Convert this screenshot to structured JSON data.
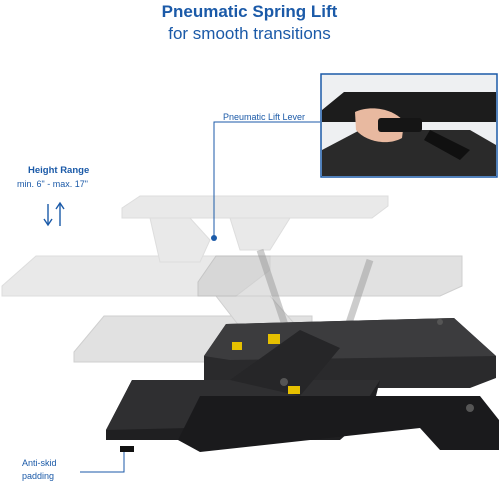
{
  "header": {
    "title": "Pneumatic Spring Lift",
    "subtitle": "for smooth transitions"
  },
  "callouts": {
    "lift_lever": "Pneumatic Lift Lever",
    "height_range_title": "Height Range",
    "height_range_value": "min. 6\" - max. 17\"",
    "anti_skid_line1": "Anti-skid",
    "anti_skid_line2": "padding"
  },
  "colors": {
    "brand": "#1b5aa8",
    "desk_dark": "#1d1d1f",
    "desk_ghost": "#d9d9d9"
  },
  "icons": [
    "height-arrows-icon",
    "inset-photo",
    "pneumatic-lever-callout"
  ]
}
